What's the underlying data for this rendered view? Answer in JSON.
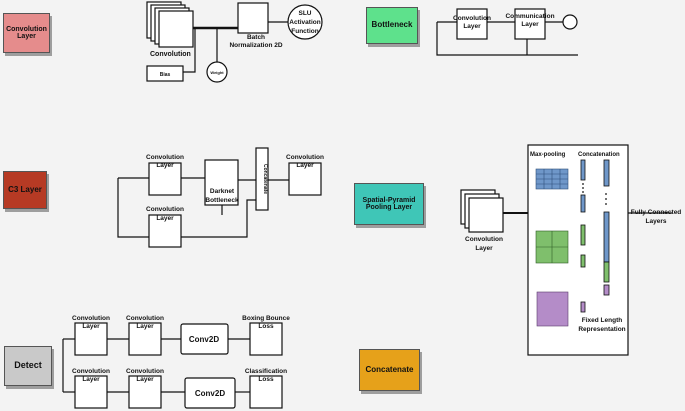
{
  "colors": {
    "conv_tag": "#e58c8c",
    "c3_tag": "#b63a24",
    "detect_tag": "#c9c9c9",
    "bottleneck_tag": "#5ee18c",
    "spp_tag": "#3fc6b7",
    "concat_tag": "#e6a11a",
    "grid_blue": "#6f97c9",
    "grid_green": "#7fbf6c",
    "grid_purple": "#b48cc8"
  },
  "tags": {
    "convolution": "Convolution Layer",
    "c3": "C3 Layer",
    "detect": "Detect",
    "bottleneck": "Bottleneck",
    "spp": "Spatial-Pyramid Pooling Layer",
    "concatenate": "Concatenate"
  },
  "conv_block": {
    "stack_label": "Convolution",
    "bias": "Bias",
    "weight": "Weight",
    "bn_1": "Batch",
    "bn_2": "Normalization 2D",
    "act_1": "SLU",
    "act_2": "Activation",
    "act_3": "Function"
  },
  "bottleneck_block": {
    "conv_1": "Convolution",
    "conv_2": "Layer",
    "comm_1": "Communication",
    "comm_2": "Layer"
  },
  "c3_block": {
    "conv_top_1": "Convolution",
    "conv_top_2": "Layer",
    "conv_bot_1": "Convolution",
    "conv_bot_2": "Layer",
    "darknet_1": "Darknet",
    "darknet_2": "Bottleneck",
    "concat": "Concatenate",
    "conv_out_1": "Convolution",
    "conv_out_2": "Layer"
  },
  "spp_block": {
    "conv_1": "Convolution",
    "conv_2": "Layer",
    "maxpool": "Max-pooling",
    "concat": "Concatenation",
    "fixed_1": "Fixed Length",
    "fixed_2": "Representation",
    "fc_1": "Fully Connected",
    "fc_2": "Layers"
  },
  "detect_block": {
    "conv_a1_1": "Convolution",
    "conv_a1_2": "Layer",
    "conv_a2_1": "Convolution",
    "conv_a2_2": "Layer",
    "conv2d_a": "Conv2D",
    "loss_a_1": "Boxing Bounce",
    "loss_a_2": "Loss",
    "conv_b1_1": "Convolution",
    "conv_b1_2": "Layer",
    "conv_b2_1": "Convolution",
    "conv_b2_2": "Layer",
    "conv2d_b": "Conv2D",
    "loss_b_1": "Classification",
    "loss_b_2": "Loss"
  }
}
